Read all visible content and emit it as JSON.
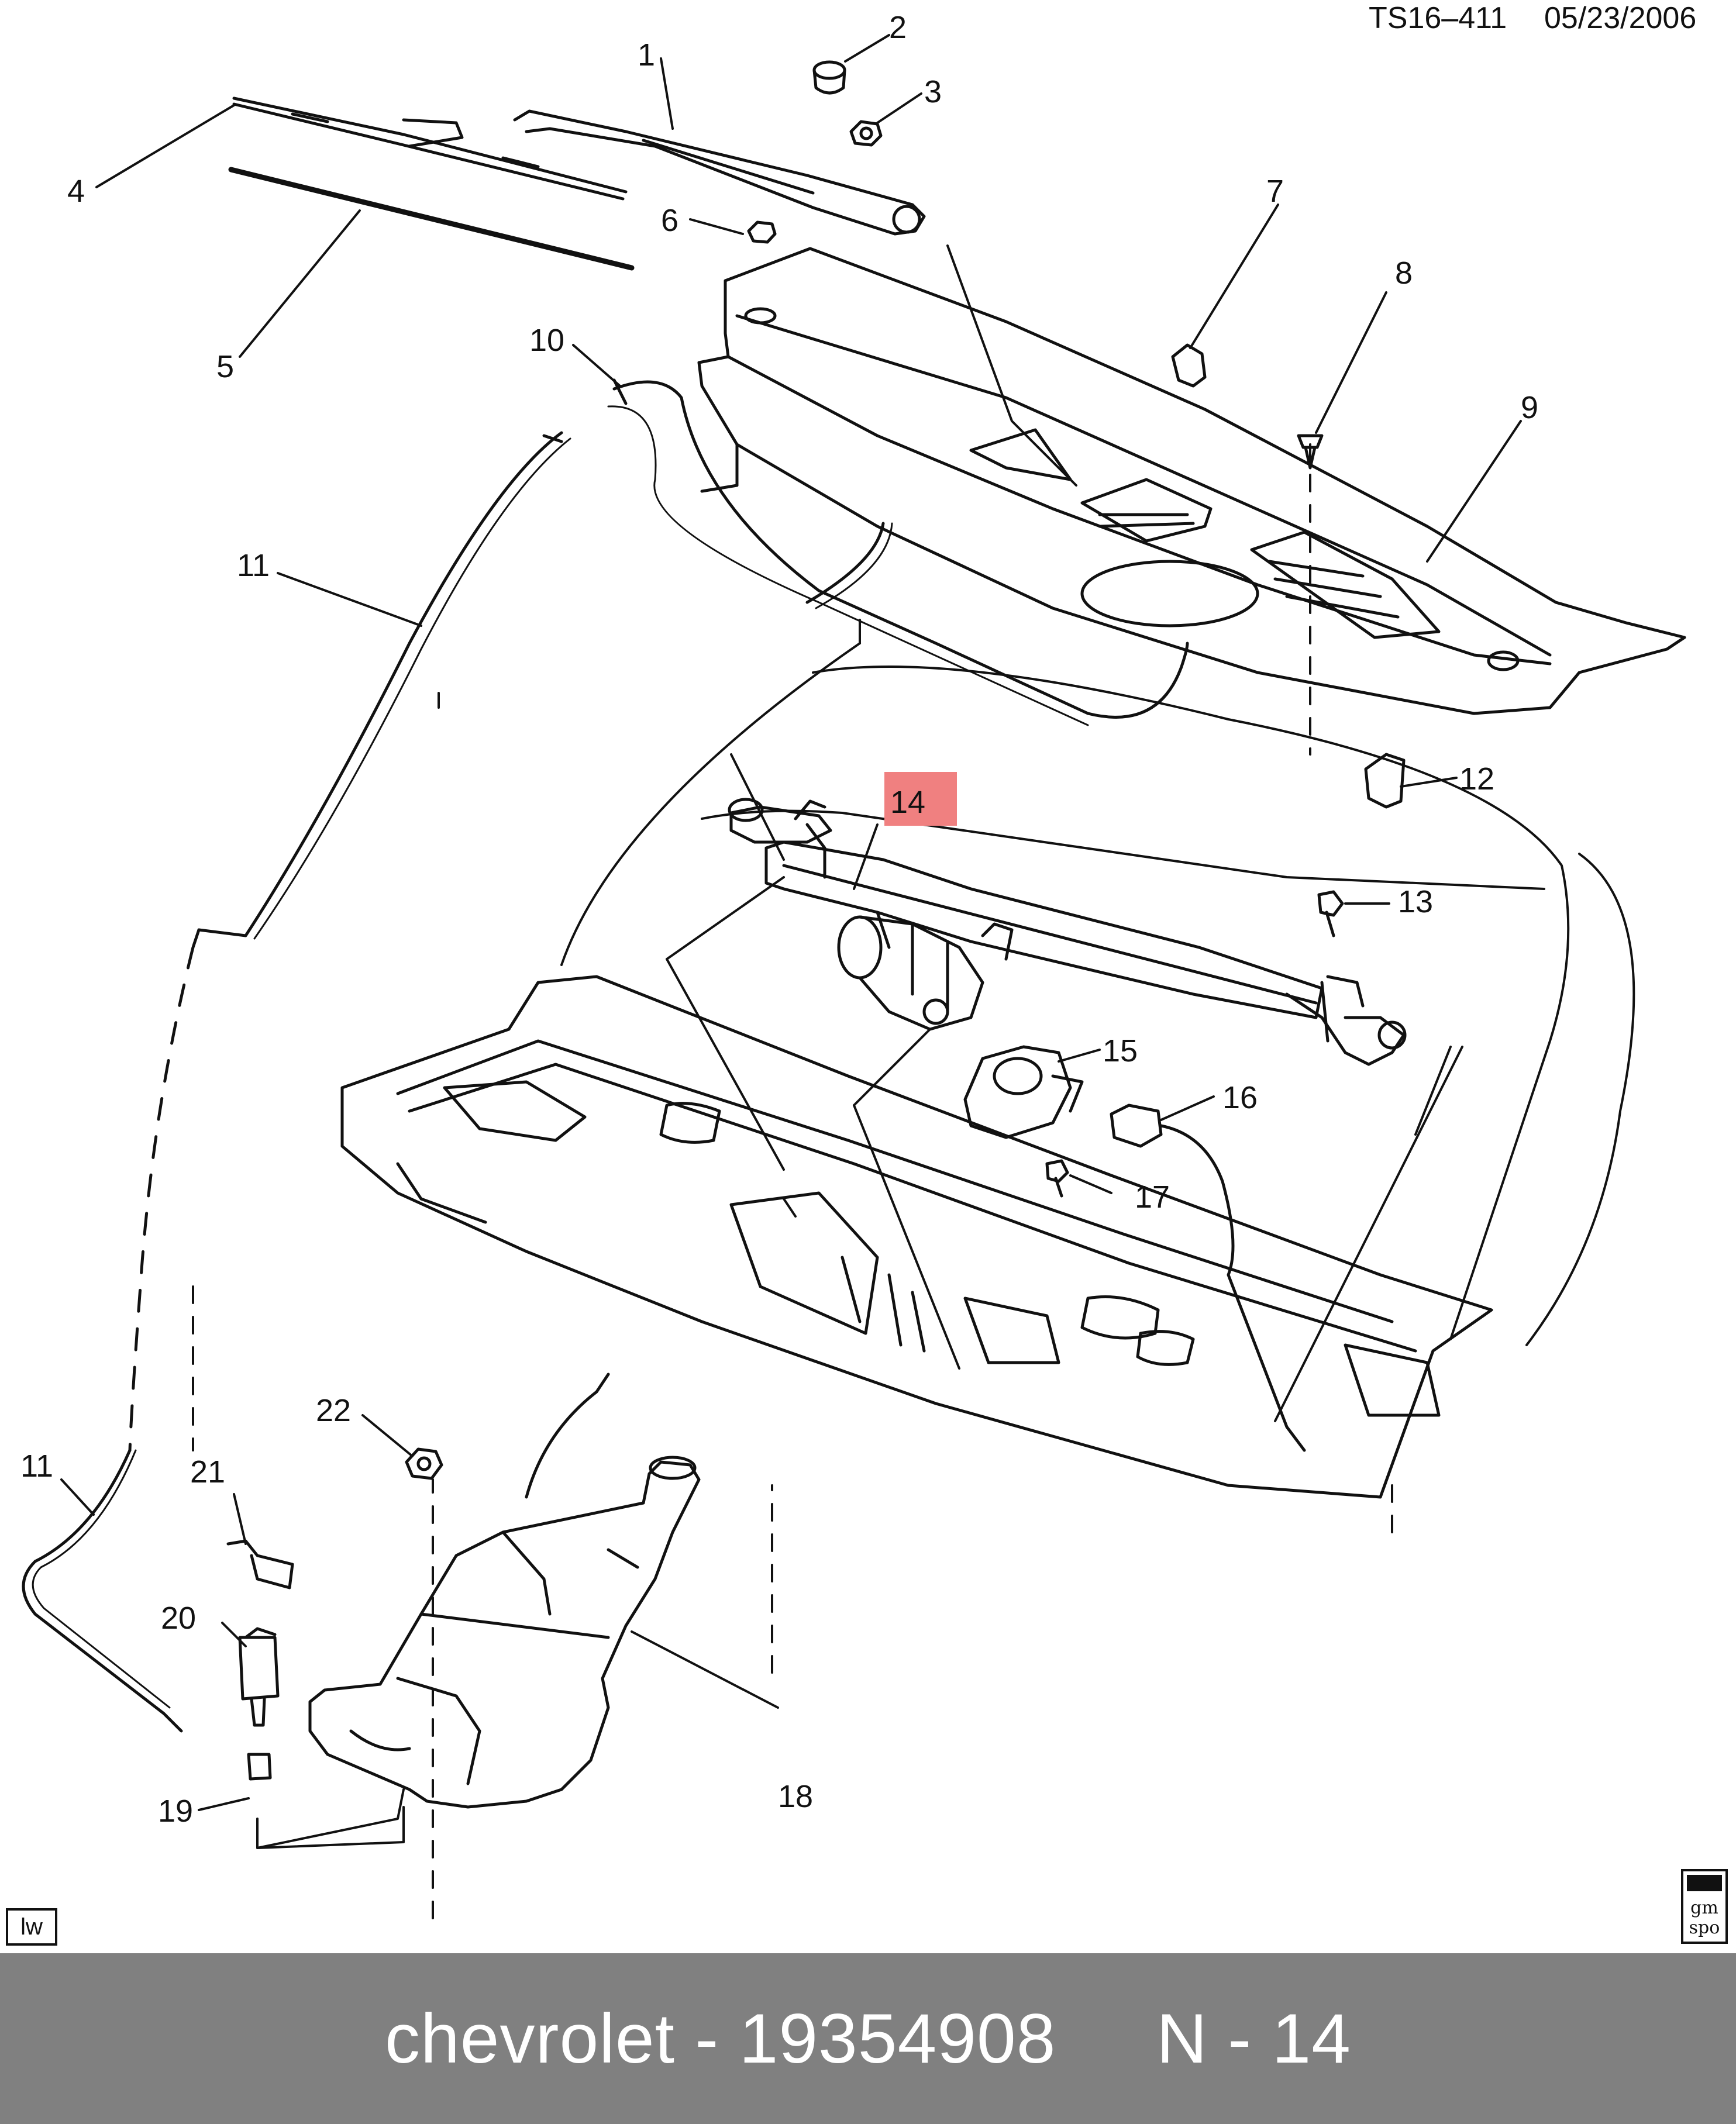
{
  "header": {
    "code": "TS16–411",
    "date": "05/23/2006"
  },
  "badges": {
    "left": "lw",
    "right_top": "gm",
    "right_bottom": "spo"
  },
  "highlight_color": "#f08080",
  "callouts": {
    "c1": "1",
    "c2": "2",
    "c3": "3",
    "c4": "4",
    "c5": "5",
    "c6": "6",
    "c7": "7",
    "c8": "8",
    "c9": "9",
    "c10": "10",
    "c11a": "11",
    "c11b": "11",
    "c12": "12",
    "c13": "13",
    "c14": "14",
    "c15": "15",
    "c16": "16",
    "c17": "17",
    "c18": "18",
    "c19": "19",
    "c20": "20",
    "c21": "21",
    "c22": "22"
  },
  "footer": {
    "brand": "chevrolet",
    "separator": " - ",
    "part_number": "19354908",
    "gap": "     ",
    "ref": "N - 14"
  }
}
